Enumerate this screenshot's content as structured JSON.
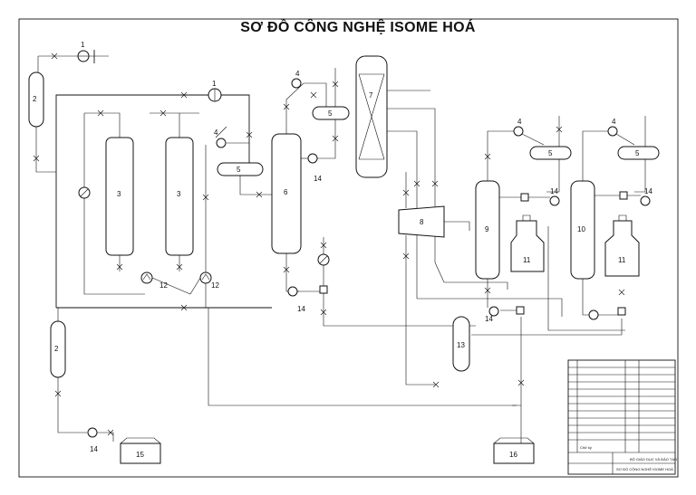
{
  "title": "SƠ ĐỒ CÔNG NGHỆ ISOME HOÁ",
  "labels": {
    "n1a": "1",
    "n1b": "1",
    "n2a": "2",
    "n2b": "2",
    "n3a": "3",
    "n3b": "3",
    "n4a": "4",
    "n4b": "4",
    "n4c": "4",
    "n4d": "4",
    "n5a": "5",
    "n5b": "5",
    "n5c": "5",
    "n5d": "5",
    "n6": "6",
    "n7": "7",
    "n8": "8",
    "n9": "9",
    "n10": "10",
    "n11a": "11",
    "n11b": "11",
    "n12a": "12",
    "n12b": "12",
    "n13": "13",
    "n14a": "14",
    "n14b": "14",
    "n14c": "14",
    "n14d": "14",
    "n14e": "14",
    "n14f": "14",
    "n15": "15",
    "n16": "16"
  },
  "title_block": {
    "sign": "Chữ ký",
    "unit": "BỘ GIÁO DỤC VÀ ĐÀO TẠO",
    "drawing": "SƠ ĐỒ CÔNG NGHỆ ISOME HOÁ"
  }
}
